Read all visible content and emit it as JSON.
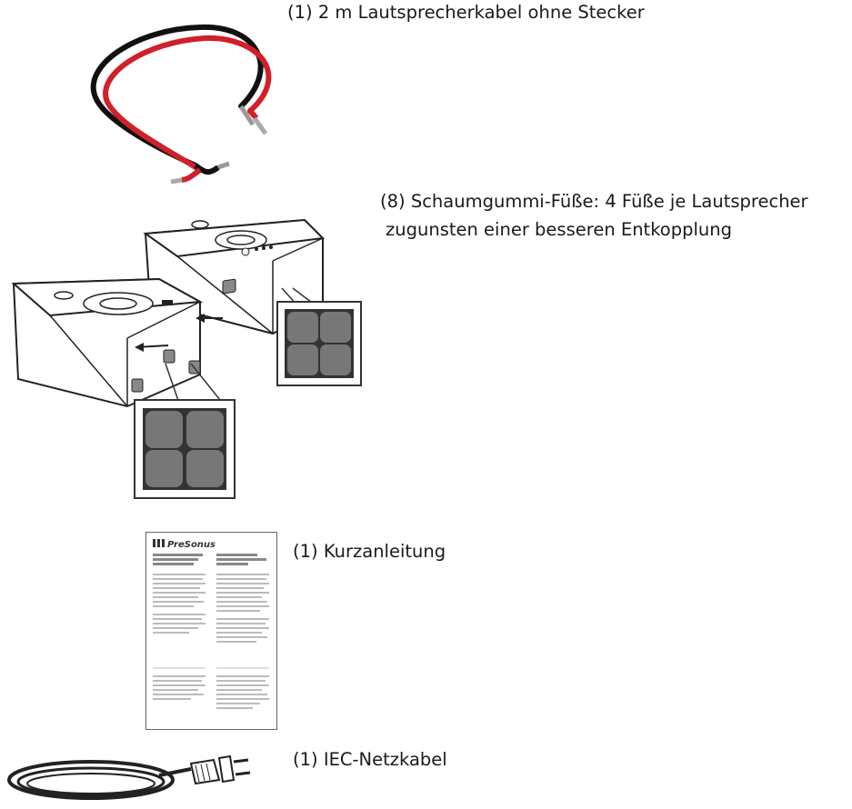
{
  "items": [
    {
      "label": "(1) 2 m Lautsprecherkabel ohne Stecker",
      "illustration": "speaker-cable-icon"
    },
    {
      "label_lines": [
        "(8) Schaumgummi-Füße: 4 Füße je Lautsprecher",
        "zugunsten einer besseren Entkopplung"
      ],
      "illustration": "foam-feet-speakers-icon"
    },
    {
      "label": "(1) Kurzanleitung",
      "illustration": "quick-start-guide-icon",
      "guide_brand": "PreSonus"
    },
    {
      "label": "(1) IEC-Netzkabel",
      "illustration": "power-cable-icon"
    }
  ]
}
